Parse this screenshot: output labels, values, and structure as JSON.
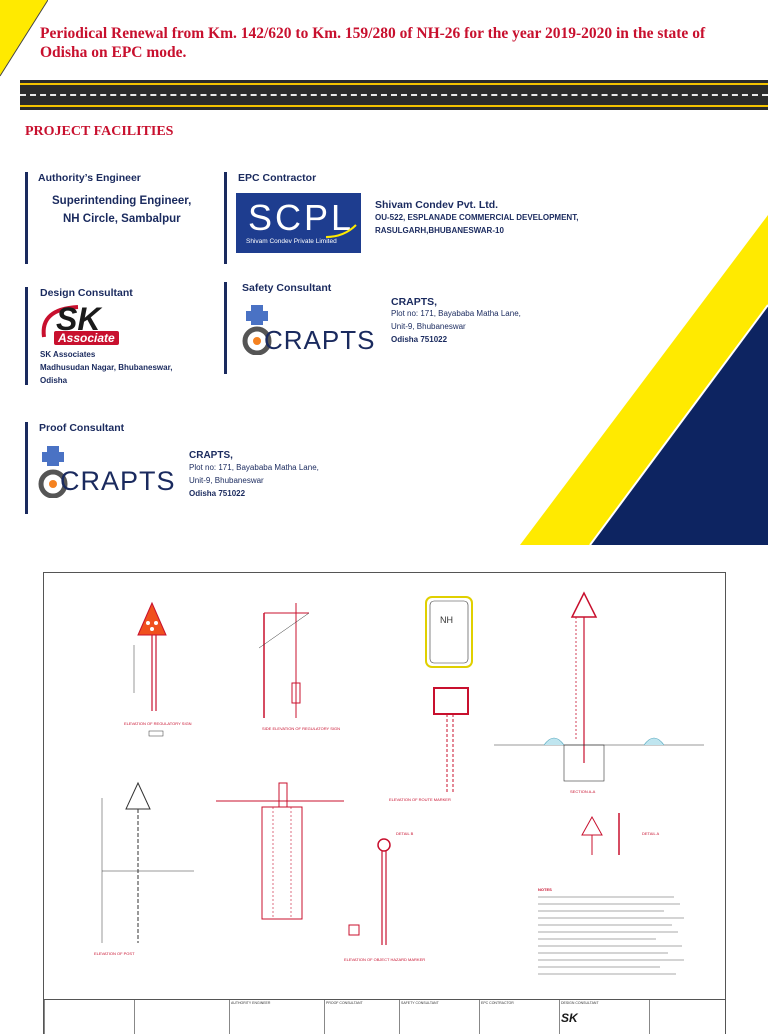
{
  "title": "Periodical Renewal from Km. 142/620 to Km. 159/280 of NH-26 for the year 2019-2020 in the state of Odisha on EPC mode.",
  "section_heading": "PROJECT FACILITIES",
  "authority": {
    "label": "Authority’s Engineer",
    "line1": "Superintending Engineer,",
    "line2": "NH Circle, Sambalpur"
  },
  "epc": {
    "label": "EPC Contractor",
    "logo_text": "SCPL",
    "logo_sub": "Shivam Condev Private Limited",
    "name": "Shivam Condev Pvt. Ltd.",
    "addr1": "OU-522, ESPLANADE COMMERCIAL DEVELOPMENT,",
    "addr2": "RASULGARH,BHUBANESWAR-10"
  },
  "design": {
    "label": "Design Consultant",
    "logo_sk": "SK",
    "logo_assoc": "Associate",
    "name": "SK Associates",
    "addr1": "Madhusudan Nagar, Bhubaneswar,",
    "addr2": "Odisha"
  },
  "safety": {
    "label": "Safety Consultant",
    "logo_text": "CRAPTS",
    "name": "CRAPTS,",
    "addr1": "Plot no: 171, Bayababa Matha Lane,",
    "addr2": "Unit-9, Bhubaneswar",
    "addr3": "Odisha 751022"
  },
  "proof": {
    "label": "Proof Consultant",
    "logo_text": "CRAPTS",
    "name": "CRAPTS,",
    "addr1": "Plot no: 171, Bayababa Matha Lane,",
    "addr2": "Unit-9, Bhubaneswar",
    "addr3": "Odisha 751022"
  },
  "drawing": {
    "labels": {
      "l1": "ELEVATION OF REGULATORY SIGN",
      "l2": "SIDE ELEVATION OF REGULATORY SIGN",
      "l3": "ELEVATION OF ROUTE MARKER",
      "l4": "SECTION A-A",
      "l5": "ELEVATION OF POST",
      "l6": "ELEVATION OF OBJECT HAZARD MARKER",
      "l7": "DETAIL B",
      "l8": "DETAIL A",
      "l9": "NOTES"
    },
    "logo_sk": "SK",
    "tb_header_auth": "AUTHORITY ENGINEER",
    "tb_header_proof": "PROOF CONSULTANT",
    "tb_header_safety": "SAFETY CONSULTANT",
    "tb_header_epc": "EPC CONTRACTOR",
    "tb_header_design": "DESIGN CONSULTANT"
  },
  "colors": {
    "title_red": "#c8102e",
    "navy": "#0d2461",
    "yellow": "#ffea00",
    "logo_blue": "#1e3d8f"
  }
}
